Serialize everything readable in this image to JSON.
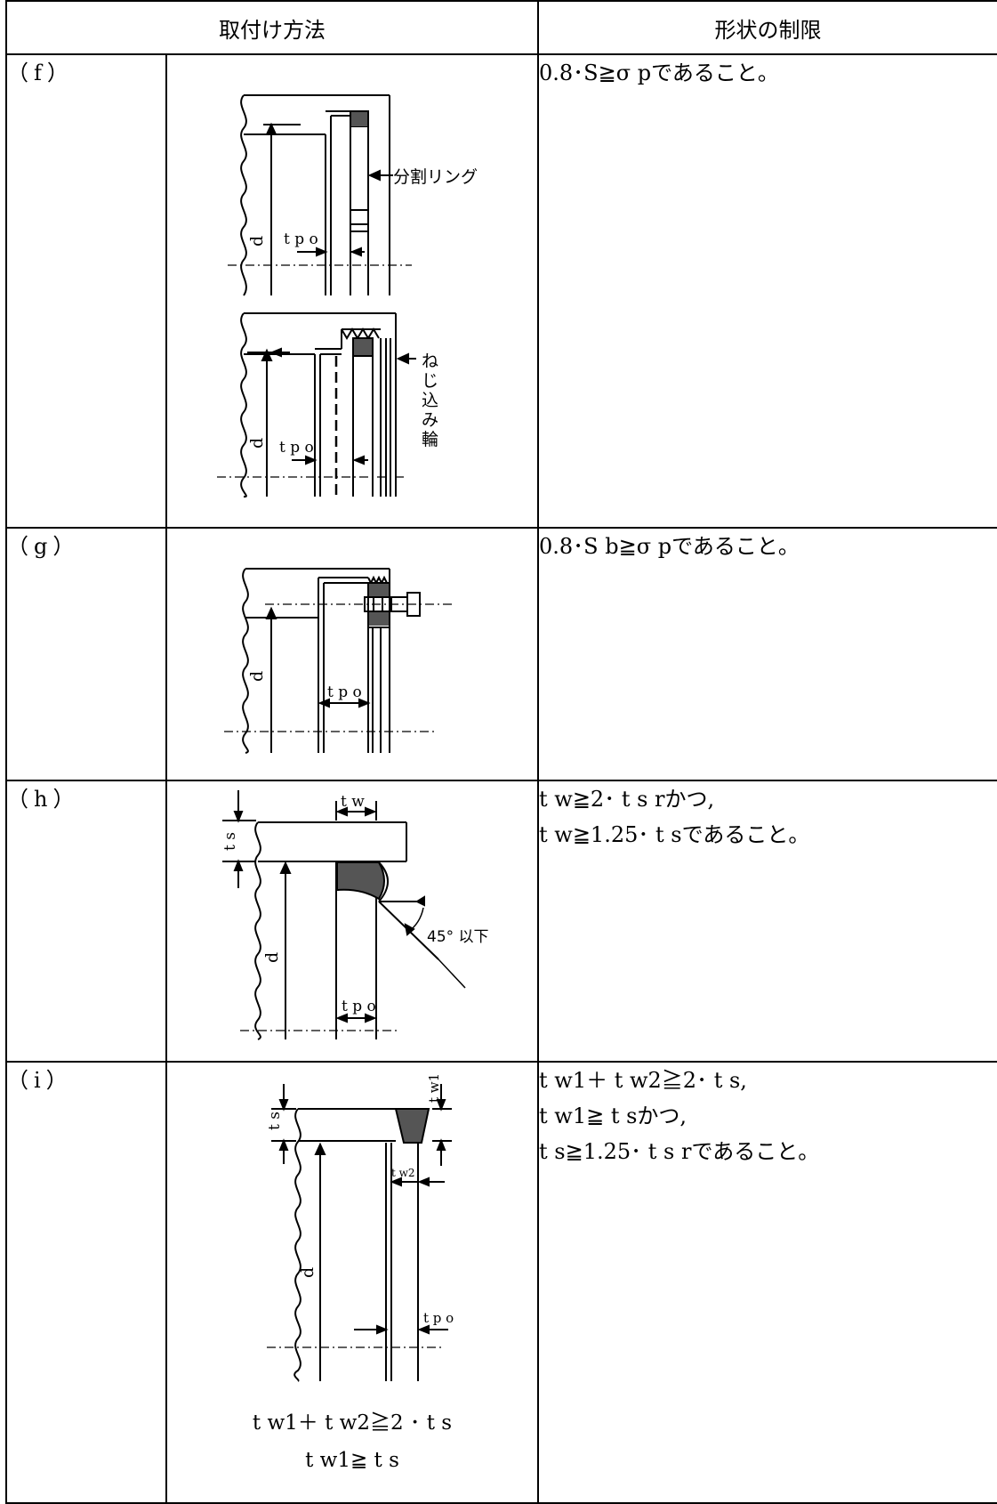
{
  "header": {
    "col_method": "取付け方法",
    "col_limit": "形状の制限"
  },
  "rows": [
    {
      "label": "（f）",
      "conditions": [
        "0.8･S≧σ pであること。"
      ],
      "fig": {
        "split_ring": "分割リング",
        "screw_ring": [
          "ね",
          "じ",
          "込",
          "み",
          "輪"
        ],
        "d": "d",
        "tpo": "t p o"
      }
    },
    {
      "label": "（g）",
      "conditions": [
        "0.8･S b≧σ pであること。"
      ],
      "fig": {
        "d": "d",
        "tpo": "t p o"
      }
    },
    {
      "label": "（h）",
      "conditions": [
        "t w≧2･ t s rかつ,",
        "t w≧1.25･ t sであること。"
      ],
      "fig": {
        "d": "d",
        "tpo": "t p o",
        "tw": "t w",
        "ts": "t s",
        "angle": "45°  以下"
      }
    },
    {
      "label": "（i）",
      "conditions": [
        "t w1＋ t w2≧2･ t s,",
        "t w1≧ t sかつ,",
        "t s≧1.25･ t s rであること。"
      ],
      "fig": {
        "d": "d",
        "tpo": "t p o",
        "tw1": "t w1",
        "tw2": "t w2",
        "ts": "t s"
      },
      "fig_notes": [
        "t w1＋ t w2≧2 ･ t s",
        "t w1≧ t s"
      ]
    }
  ]
}
